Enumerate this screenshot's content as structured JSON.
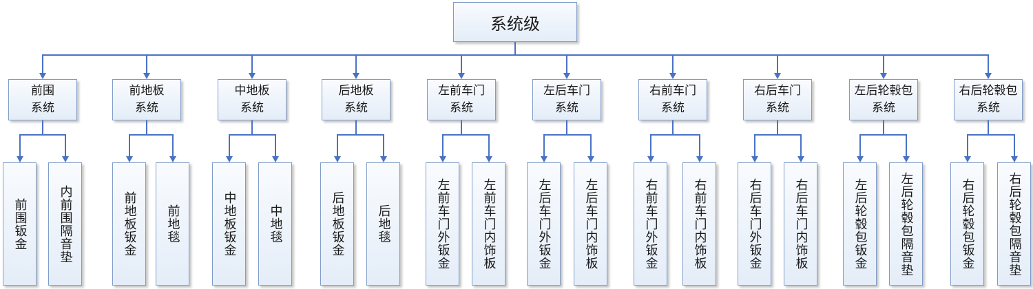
{
  "root": {
    "label": "系统级"
  },
  "systems": [
    {
      "line1": "前围",
      "line2": "系统",
      "parts": [
        "前围钣金",
        "内前围隔音垫"
      ]
    },
    {
      "line1": "前地板",
      "line2": "系统",
      "parts": [
        "前地板钣金",
        "前地毯"
      ]
    },
    {
      "line1": "中地板",
      "line2": "系统",
      "parts": [
        "中地板钣金",
        "中地毯"
      ]
    },
    {
      "line1": "后地板",
      "line2": "系统",
      "parts": [
        "后地板钣金",
        "后地毯"
      ]
    },
    {
      "line1": "左前车门",
      "line2": "系统",
      "parts": [
        "左前车门外钣金",
        "左前车门内饰板"
      ]
    },
    {
      "line1": "左后车门",
      "line2": "系统",
      "parts": [
        "左后车门外钣金",
        "左后车门内饰板"
      ]
    },
    {
      "line1": "右前车门",
      "line2": "系统",
      "parts": [
        "右前车门外钣金",
        "右前车门内饰板"
      ]
    },
    {
      "line1": "右后车门",
      "line2": "系统",
      "parts": [
        "右后车门外钣金",
        "右后车门内饰板"
      ]
    },
    {
      "line1": "左后轮毂包",
      "line2": "系统",
      "parts": [
        "左后轮毂包钣金",
        "左后轮毂包隔音垫"
      ]
    },
    {
      "line1": "右后轮毂包",
      "line2": "系统",
      "parts": [
        "右后轮毂包钣金",
        "右后轮毂包隔音垫"
      ]
    }
  ],
  "colors": {
    "connector": "#4a72c4",
    "border": "#7f9cc8",
    "fill_top": "#f9fbfe",
    "fill_bottom": "#e4edf8"
  }
}
